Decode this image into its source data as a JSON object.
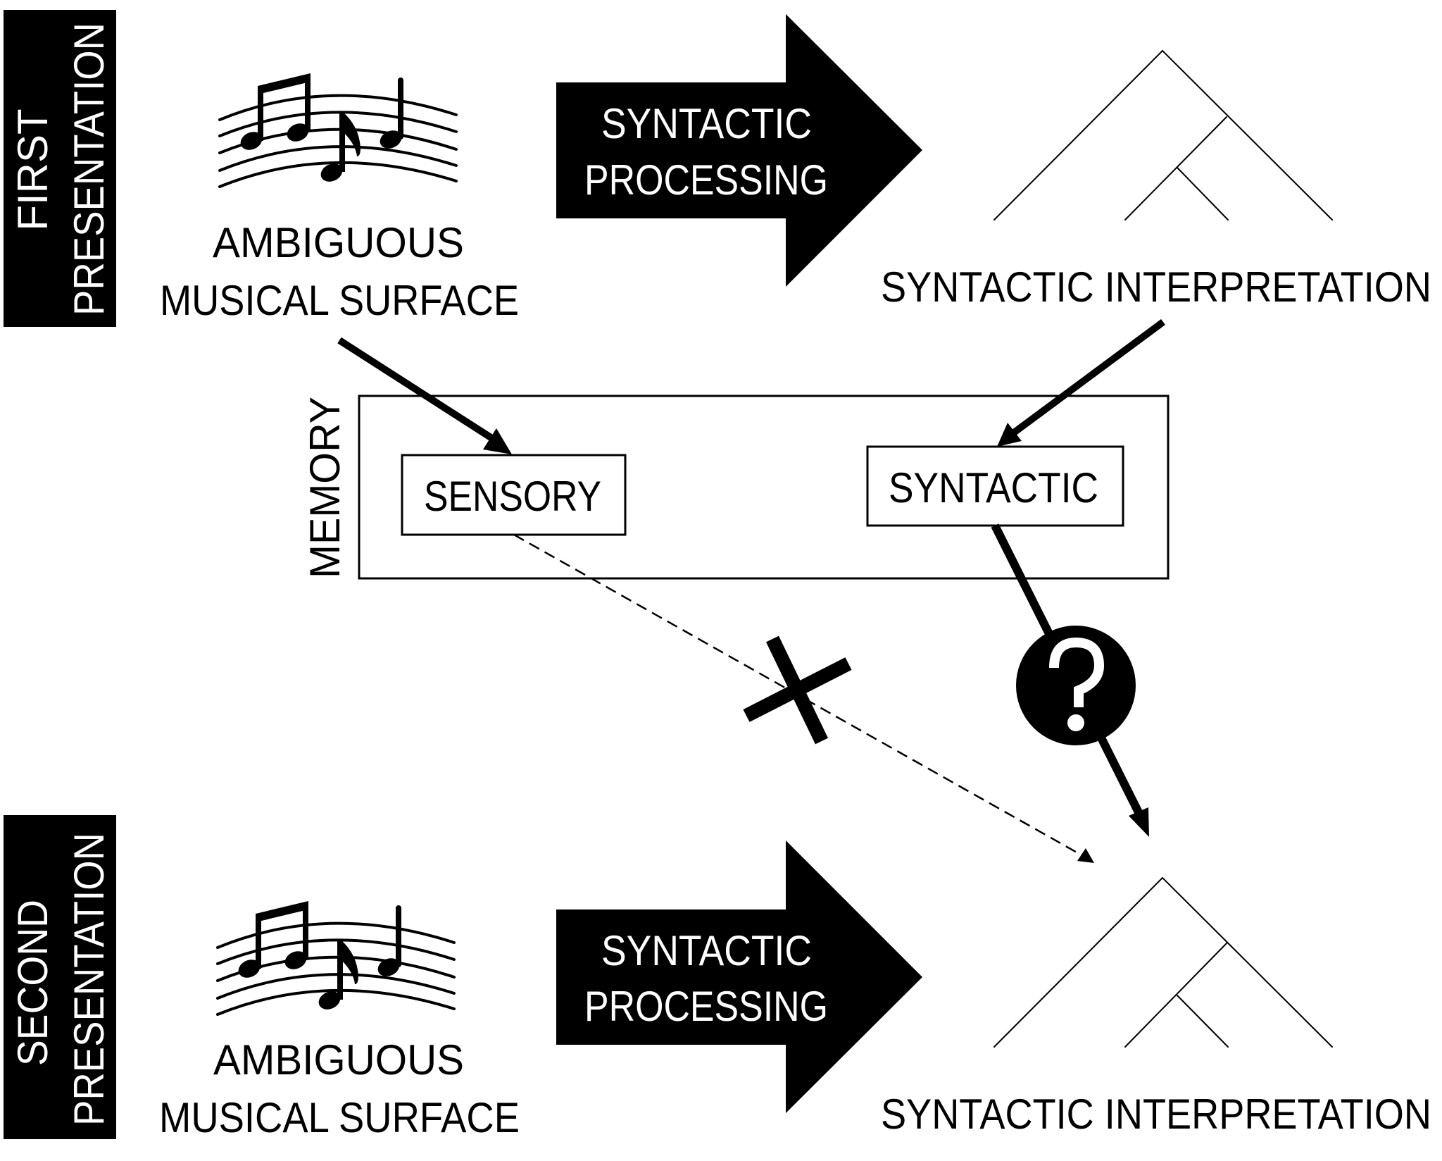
{
  "colors": {
    "ink": "#000000",
    "paper": "#ffffff"
  },
  "presentations": [
    {
      "label_line1": "FIRST",
      "label_line2": "PRESENTATION",
      "surface_line1": "AMBIGUOUS",
      "surface_line2": "MUSICAL SURFACE",
      "process_line1": "SYNTACTIC",
      "process_line2": "PROCESSING",
      "interpretation": "SYNTACTIC INTERPRETATION",
      "surface_icon": "music-staff-icon",
      "interpretation_icon": "syntax-tree-icon",
      "process_icon": "block-arrow-right-icon"
    },
    {
      "label_line1": "SECOND",
      "label_line2": "PRESENTATION",
      "surface_line1": "AMBIGUOUS",
      "surface_line2": "MUSICAL SURFACE",
      "process_line1": "SYNTACTIC",
      "process_line2": "PROCESSING",
      "interpretation": "SYNTACTIC INTERPRETATION",
      "surface_icon": "music-staff-icon",
      "interpretation_icon": "syntax-tree-icon",
      "process_icon": "block-arrow-right-icon"
    }
  ],
  "memory": {
    "label": "MEMORY",
    "stores": [
      {
        "label": "SENSORY"
      },
      {
        "label": "SYNTACTIC"
      }
    ]
  },
  "links": [
    {
      "from": "first-surface",
      "to": "sensory-memory",
      "style": "solid"
    },
    {
      "from": "first-interpretation",
      "to": "syntactic-memory",
      "style": "solid"
    },
    {
      "from": "sensory-memory",
      "to": "second-interpretation",
      "style": "dashed",
      "marker": "blocked-x-icon"
    },
    {
      "from": "syntactic-memory",
      "to": "second-interpretation",
      "style": "solid",
      "marker": "question-mark-icon"
    }
  ],
  "markers": {
    "question": "?",
    "blocked": "x-mark"
  }
}
